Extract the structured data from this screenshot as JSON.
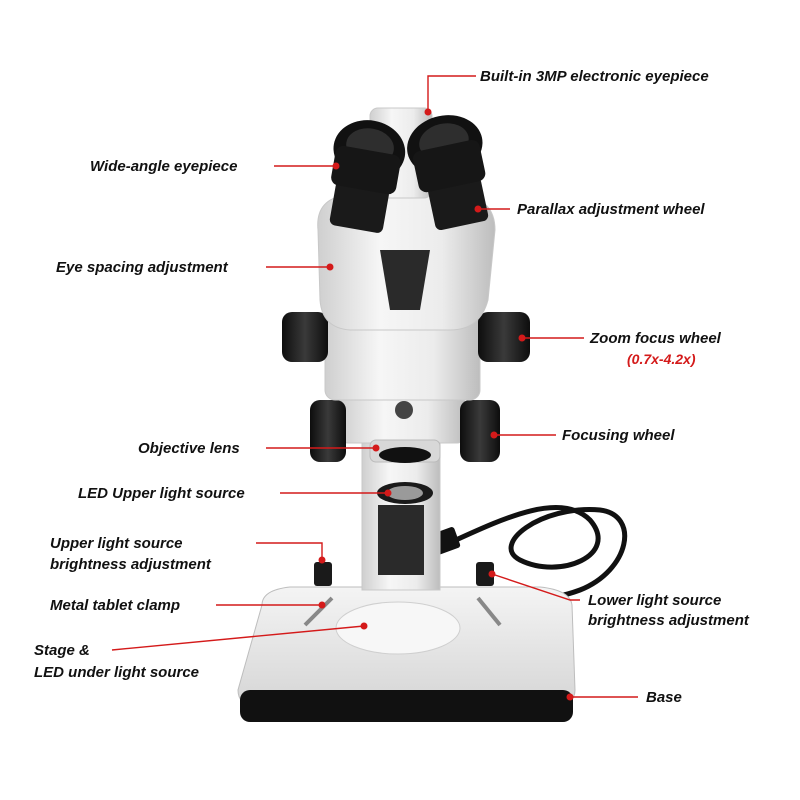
{
  "colors": {
    "leader": "#d41a1a",
    "label_text": "#111111",
    "body_white": "#f1f1f1",
    "dark_parts": "#1a1a1a"
  },
  "labels": {
    "eyepiece_3mp": "Built-in 3MP electronic eyepiece",
    "wide_angle": "Wide-angle eyepiece",
    "parallax": "Parallax adjustment wheel",
    "eye_spacing": "Eye spacing adjustment",
    "zoom_focus": "Zoom focus wheel",
    "zoom_range": "(0.7x-4.2x)",
    "objective": "Objective lens",
    "focusing": "Focusing wheel",
    "led_upper": "LED Upper light source",
    "upper_bright_1": "Upper light source",
    "upper_bright_2": "brightness adjustment",
    "metal_clamp": "Metal tablet clamp",
    "lower_bright_1": "Lower light source",
    "lower_bright_2": "brightness adjustment",
    "stage_1": "Stage &",
    "stage_2": "LED under light source",
    "base": "Base"
  }
}
